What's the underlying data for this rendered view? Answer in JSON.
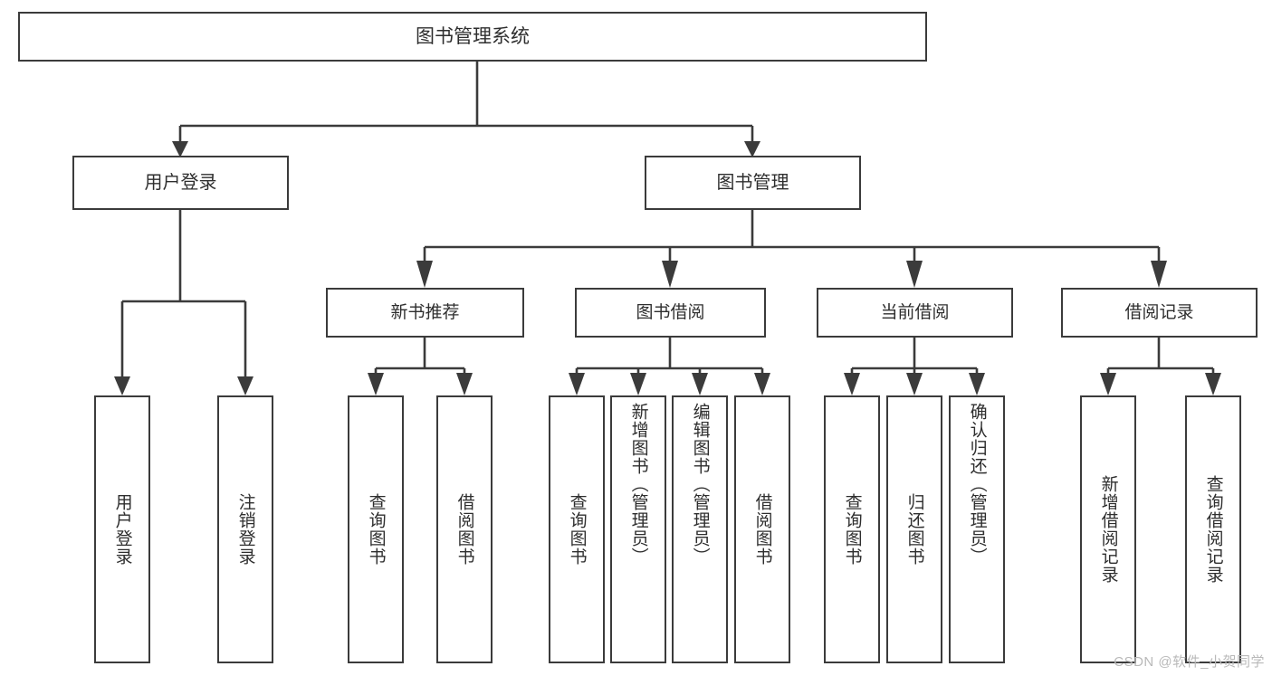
{
  "diagram": {
    "type": "tree",
    "title": "图书管理系统",
    "orientation": "top-down",
    "colors": {
      "background": "#ffffff",
      "box_border": "#3b3b3b",
      "box_fill": "#ffffff",
      "text": "#2e2e2e",
      "connector": "#3b3b3b",
      "watermark": "#b9b9b9"
    },
    "root": {
      "label": "图书管理系统"
    },
    "level2": [
      {
        "label": "用户登录"
      },
      {
        "label": "图书管理"
      }
    ],
    "level3": [
      {
        "label": "新书推荐"
      },
      {
        "label": "图书借阅"
      },
      {
        "label": "当前借阅"
      },
      {
        "label": "借阅记录"
      }
    ],
    "leaves": [
      {
        "label": "用户登录",
        "parent": "用户登录"
      },
      {
        "label": "注销登录",
        "parent": "用户登录"
      },
      {
        "label": "查询图书",
        "parent": "新书推荐"
      },
      {
        "label": "借阅图书",
        "parent": "新书推荐"
      },
      {
        "label": "查询图书",
        "parent": "图书借阅"
      },
      {
        "label": "新增图书（管理员）",
        "parent": "图书借阅"
      },
      {
        "label": "编辑图书（管理员）",
        "parent": "图书借阅"
      },
      {
        "label": "借阅图书",
        "parent": "图书借阅"
      },
      {
        "label": "查询图书",
        "parent": "当前借阅"
      },
      {
        "label": "归还图书",
        "parent": "当前借阅"
      },
      {
        "label": "确认归还（管理员）",
        "parent": "当前借阅"
      },
      {
        "label": "新增借阅记录",
        "parent": "借阅记录"
      },
      {
        "label": "查询借阅记录",
        "parent": "借阅记录"
      }
    ]
  },
  "watermark": {
    "text": "CSDN @软件_小贺同学"
  }
}
